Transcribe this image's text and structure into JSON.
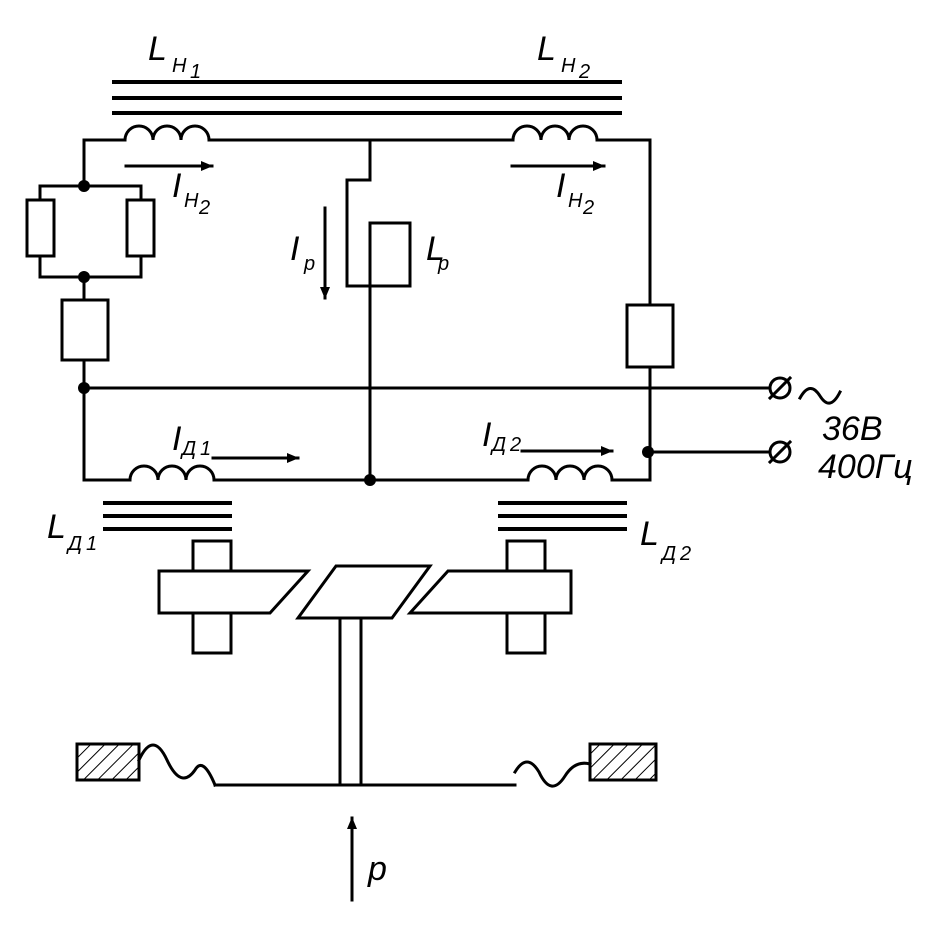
{
  "labels": {
    "lh1": {
      "main": "L",
      "sub": "Н",
      "subsub": "1"
    },
    "lh2": {
      "main": "L",
      "sub": "Н",
      "subsub": "2"
    },
    "ih2_left": {
      "main": "I",
      "sub": "Н",
      "subsub": "2"
    },
    "ih2_right": {
      "main": "I",
      "sub": "Н",
      "subsub": "2"
    },
    "ip": {
      "main": "I",
      "sub": "р"
    },
    "lp": {
      "main": "L",
      "sub": "р"
    },
    "id1": {
      "main": "I",
      "sub": "Д",
      "subsub": "1"
    },
    "id2": {
      "main": "I",
      "sub": "Д",
      "subsub": "2"
    },
    "ld1": {
      "main": "L",
      "sub": "Д",
      "subsub": "1"
    },
    "ld2": {
      "main": "L",
      "sub": "Д",
      "subsub": "2"
    },
    "supply_voltage": "36В",
    "supply_frequency": "400Гц",
    "pressure": "p"
  }
}
